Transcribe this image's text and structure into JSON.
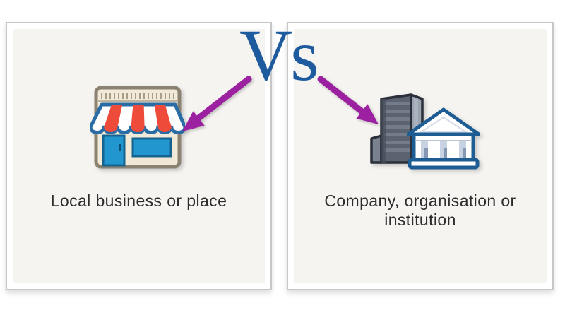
{
  "vs": {
    "label": "Vs",
    "color": "#1e5b9e"
  },
  "arrows": {
    "color": "#9c21a0"
  },
  "panels": {
    "left": {
      "label": "Local business or place",
      "icon": "storefront-icon"
    },
    "right": {
      "label": "Company, organisation or institution",
      "icons": [
        "office-building-icon",
        "bank-icon"
      ]
    }
  },
  "colors": {
    "page_bg": "#ffffff",
    "panel_bg": "#f5f4f1",
    "panel_border": "#c7c7c7",
    "vs_blue": "#1e5b9e",
    "arrow_purple": "#9c21a0",
    "label_text": "#2c2c2c",
    "store_border": "#8b8271",
    "store_cream": "#f1ead9",
    "awning_blue": "#2a6ca5",
    "awning_red": "#ee4b3b",
    "door_window_blue": "#2196cf",
    "tower_front_gray": "#5b6270",
    "tower_side_gray": "#9aa2b0",
    "bank_blue": "#1e5c94",
    "bank_column_shade": "#c7d3e2"
  }
}
